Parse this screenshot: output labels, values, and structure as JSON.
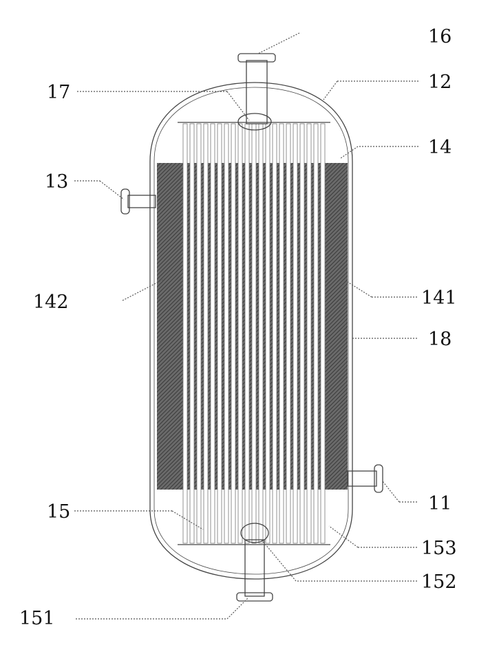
{
  "labels": {
    "l16": "16",
    "l12": "12",
    "l17": "17",
    "l14": "14",
    "l13": "13",
    "l142": "142",
    "l141": "141",
    "l18": "18",
    "l11": "11",
    "l15": "15",
    "l153": "153",
    "l152": "152",
    "l151": "151"
  },
  "colors": {
    "shell": "#444444",
    "hatch": "#555555",
    "background": "#ffffff"
  }
}
